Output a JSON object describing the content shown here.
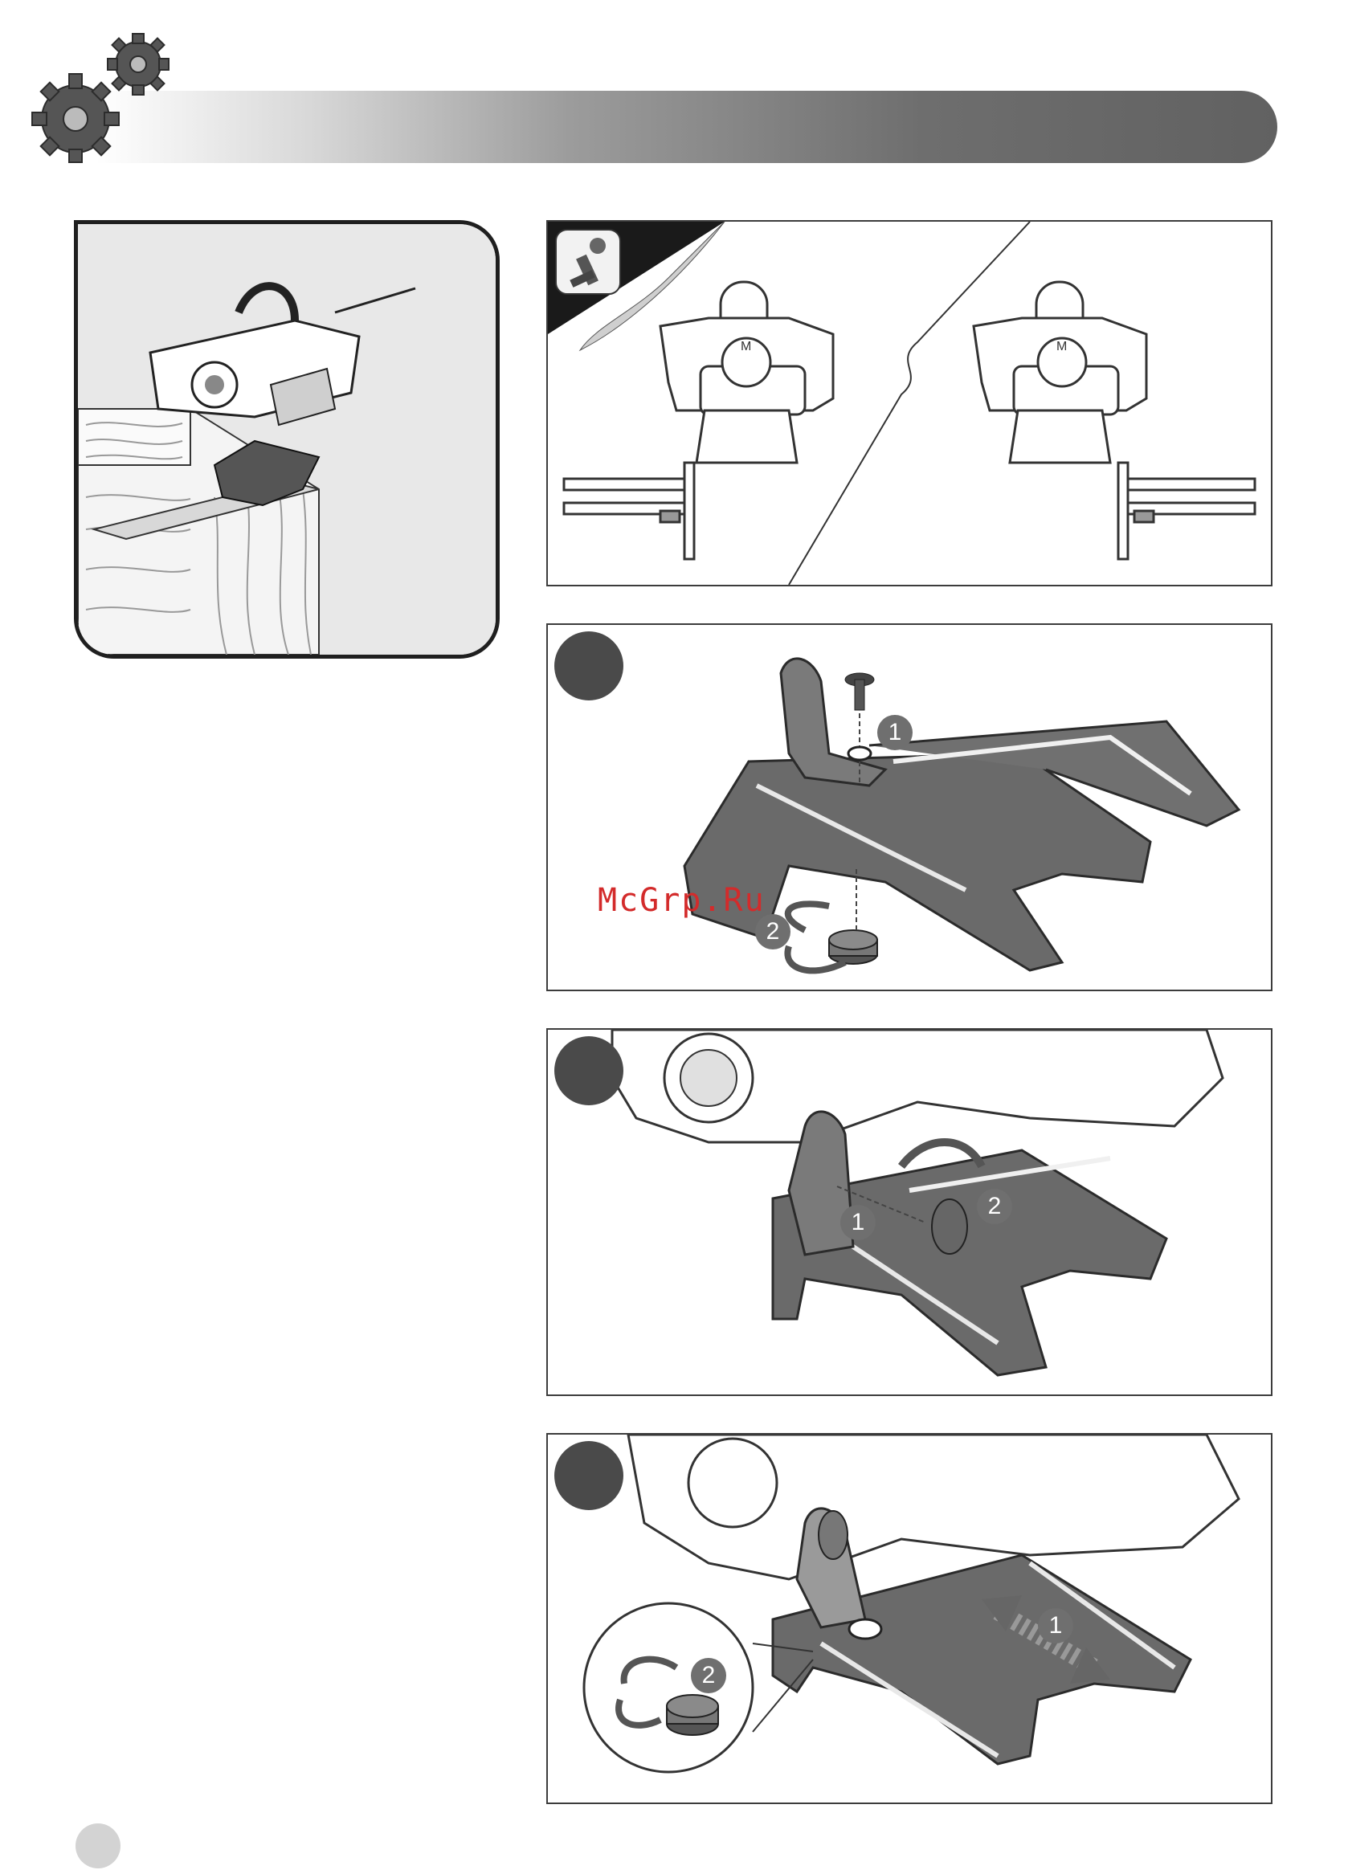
{
  "header": {
    "decoration": "gears-icon"
  },
  "steps": {
    "step1": {
      "callouts": [
        "1",
        "2"
      ]
    },
    "step2": {
      "callouts": [
        "1",
        "2"
      ]
    },
    "step3": {
      "callouts": [
        "1",
        "2"
      ]
    }
  },
  "watermark": "McGrp.Ru",
  "colors": {
    "header_dark": "#616161",
    "badge": "#4a4a4a",
    "callout": "#6f6f6f",
    "watermark": "#d32b2b"
  }
}
